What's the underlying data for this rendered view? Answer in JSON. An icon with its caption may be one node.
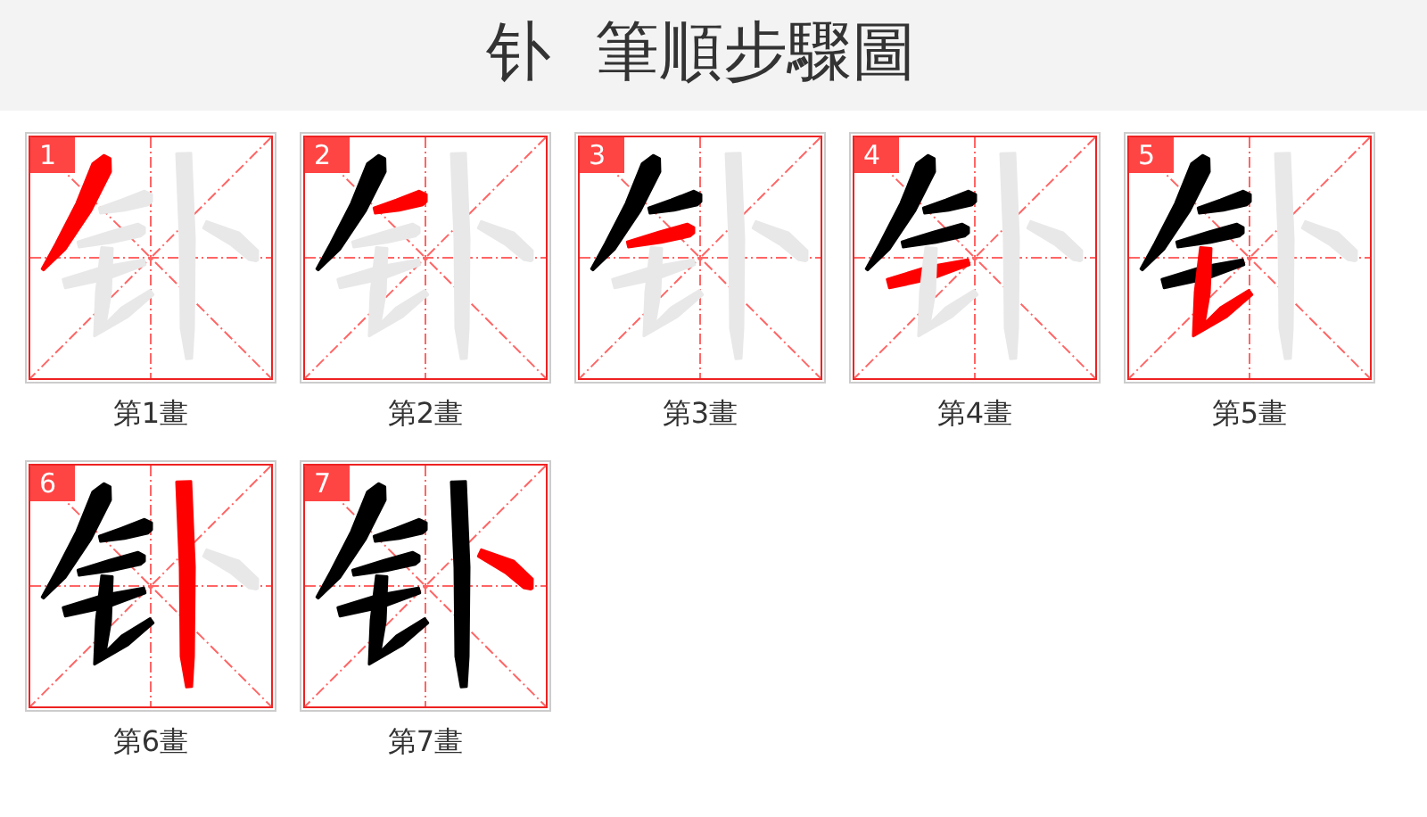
{
  "diagram": {
    "title": "钋 筆順步驟圖",
    "nodes": [
      {
        "text": [
          "1"
        ],
        "beside": [
          "第1畫"
        ]
      },
      {
        "text": [
          "2"
        ],
        "beside": [
          "第2畫"
        ]
      },
      {
        "text": [
          "3"
        ],
        "beside": [
          "第3畫"
        ]
      },
      {
        "text": [
          "4"
        ],
        "beside": [
          "第4畫"
        ]
      },
      {
        "text": [
          "5"
        ],
        "beside": [
          "第5畫"
        ]
      },
      {
        "text": [
          "6"
        ],
        "beside": [
          "第6畫"
        ]
      },
      {
        "text": [
          "7"
        ],
        "beside": [
          "第7畫"
        ]
      }
    ],
    "edges": []
  }
}
